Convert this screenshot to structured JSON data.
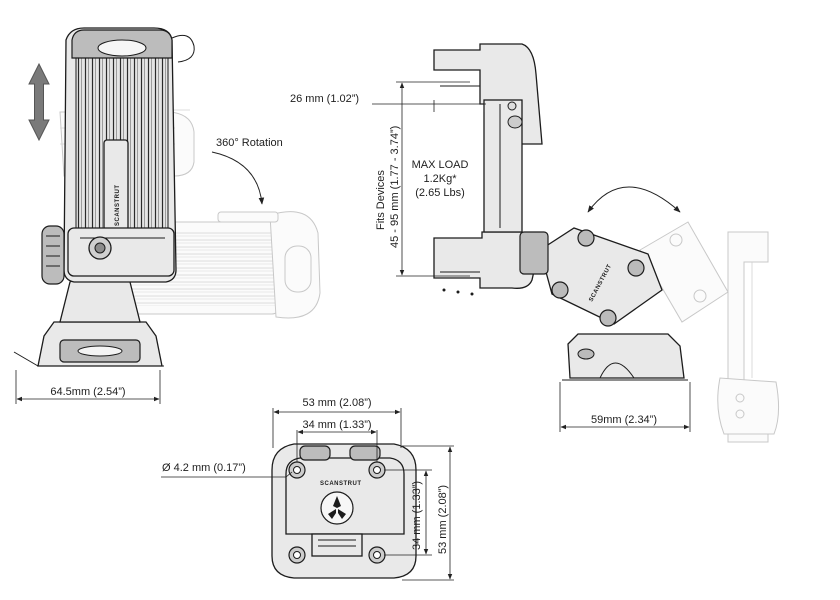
{
  "colors": {
    "ink": "#1e1e1e",
    "ghost": "#c8c8c8",
    "fill_light": "#e9e9e9",
    "fill_mid": "#bcbcbc"
  },
  "labels": {
    "rotation": "360° Rotation",
    "width_holder_base": "64.5mm (2.54”)",
    "depth_26": "26 mm (1.02”)",
    "fits_devices_line1": "Fits Devices",
    "fits_devices_line2": "45 - 95 mm (1.77 - 3.74”)",
    "max_load_line1": "MAX LOAD",
    "max_load_line2": "1.2Kg*",
    "max_load_line3": "(2.65 Lbs)",
    "width_side_base": "59mm (2.34”)",
    "base_outer_width": "53 mm (2.08”)",
    "base_hole_width": "34 mm (1.33”)",
    "hole_diameter": "Ø 4.2 mm (0.17”)",
    "base_hole_height": "34 mm (1.33”)",
    "base_outer_height": "53 mm (2.08”)"
  },
  "brand": "SCANSTRUT",
  "icons": [
    "up-down-arrow-icon",
    "rotation-arrow-icon",
    "tilt-arc-arrow-icon"
  ]
}
